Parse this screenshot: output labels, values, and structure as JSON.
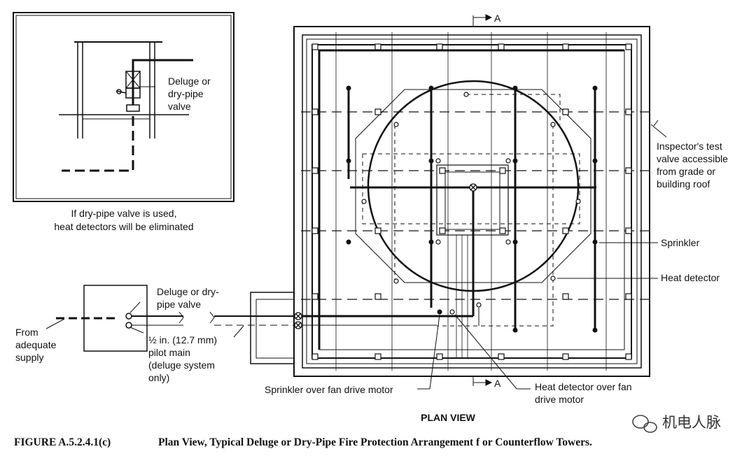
{
  "inset": {
    "label_valve": [
      "Deluge or",
      "dry-pipe",
      "valve"
    ],
    "note": [
      "If dry-pipe valve is used,",
      "heat detectors will be eliminated"
    ]
  },
  "supply": {
    "from_label": [
      "From",
      "adequate",
      "supply"
    ],
    "valve_label": [
      "Deluge or dry-",
      "pipe valve"
    ],
    "pilot_label": [
      "½ in. (12.7 mm)",
      "pilot main",
      "(deluge system",
      "only)"
    ]
  },
  "plan": {
    "section_marker": "A",
    "inspector_label": [
      "Inspector's test",
      "valve accessible",
      "from grade or",
      "building roof"
    ],
    "sprinkler_label": "Sprinkler",
    "heat_detector_label": "Heat detector",
    "sprinkler_fan_label": "Sprinkler over fan drive motor",
    "heat_fan_label": [
      "Heat detector over fan",
      "drive motor"
    ],
    "view_title": "PLAN VIEW"
  },
  "caption": {
    "figure_no": "FIGURE A.5.2.4.1(c)",
    "text": "Plan View, Typical Deluge or Dry-Pipe Fire Protection Arrangement f or Counterflow Towers."
  },
  "watermark": "机电人脉"
}
